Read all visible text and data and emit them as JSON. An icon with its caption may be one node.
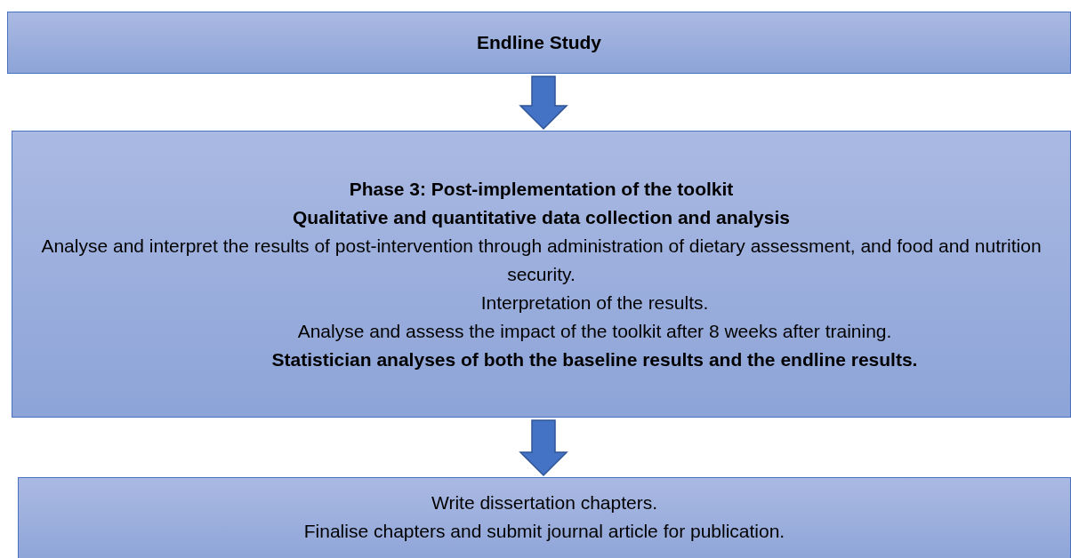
{
  "diagram": {
    "nodes": [
      {
        "text": [
          "Endline Study"
        ]
      },
      {
        "text": [
          "Phase 3: Post-implementation of the toolkit",
          "Qualitative and quantitative data collection and analysis",
          "Analyse and interpret the results of post-intervention through administration of dietary assessment, and food and nutrition security.",
          "Interpretation of the results.",
          "Analyse and assess the impact of the toolkit after 8 weeks after training.",
          "Statistician analyses of both the baseline results and the endline results."
        ]
      },
      {
        "text": [
          "Write dissertation chapters.",
          "Finalise chapters and submit journal article for publication."
        ]
      }
    ],
    "edges": [
      {
        "from": 0,
        "to": 1,
        "arrow": "to"
      },
      {
        "from": 1,
        "to": 2,
        "arrow": "to"
      }
    ]
  }
}
